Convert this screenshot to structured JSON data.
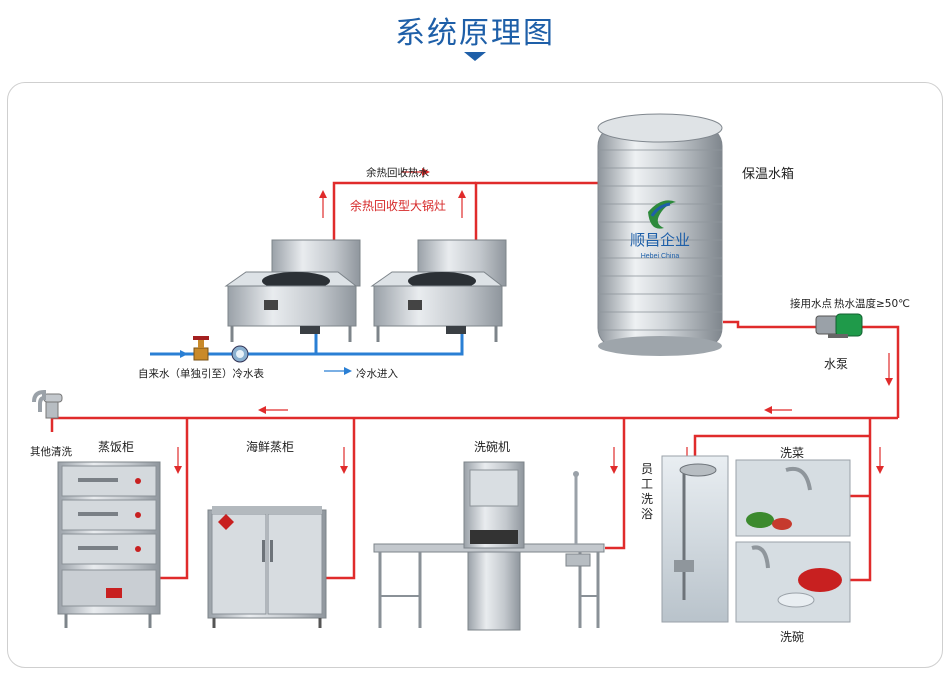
{
  "header": {
    "title": "系统原理图"
  },
  "labels": {
    "tank": "保温水箱",
    "heat_recovery_water": "余热回收热水",
    "stove": "余热回收型大锅灶",
    "tap_water": "自来水（单独引至）冷水表",
    "cold_water_in": "冷水进入",
    "connection_point": "接用水点",
    "hot_water_temp": "热水温度≥50℃",
    "pump": "水泵",
    "other_cleaning": "其他清洗",
    "rice_steamer": "蒸饭柜",
    "seafood_steamer": "海鲜蒸柜",
    "dishwasher": "洗碗机",
    "staff_shower": "员工洗浴",
    "wash_vegetables": "洗菜",
    "wash_dishes": "洗碗"
  },
  "brand": {
    "logo_text": "顺昌企业",
    "logo_sub": "Hebei China"
  },
  "colors": {
    "hot_pipe": "#e02b2b",
    "cold_pipe": "#2a7fd4",
    "title": "#1e5fa8",
    "steel": "#c9ced3"
  }
}
